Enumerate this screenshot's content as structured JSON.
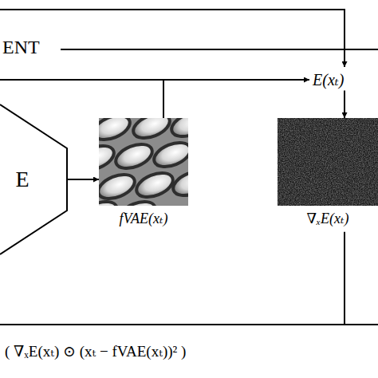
{
  "diagram": {
    "nodes": [
      {
        "text": [
          "E"
        ]
      },
      {
        "text": [
          "fVAE(xₜ)"
        ]
      },
      {
        "text": [
          "E(xₜ)"
        ]
      },
      {
        "text": [
          "∇ₓE(xₜ)"
        ]
      },
      {
        "text": [
          "( ∇ₓE(xₜ) ⊙ (xₜ − fVAE(xₜ))² )"
        ]
      }
    ],
    "edges": [
      {
        "from": 0,
        "to": 1,
        "arrow": "to"
      },
      {
        "from": 1,
        "to": 2,
        "arrow": "to"
      },
      {
        "from": 2,
        "to": 3,
        "arrow": "to"
      },
      {
        "from": 3,
        "to": 4,
        "arrow": "none"
      }
    ],
    "labels": [
      "ENT"
    ]
  }
}
